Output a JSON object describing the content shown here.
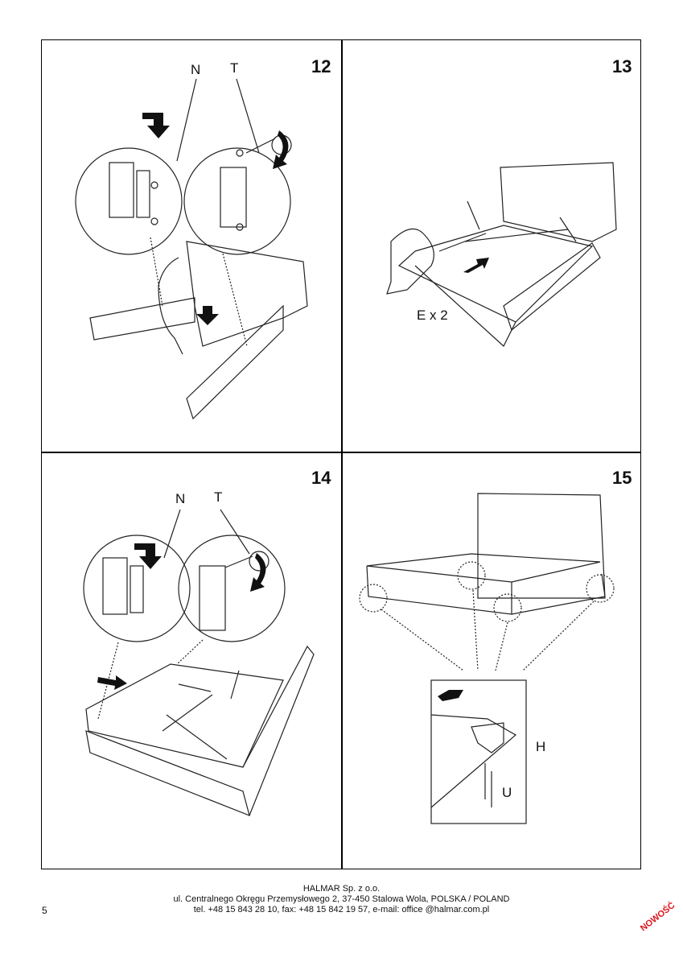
{
  "panels": [
    {
      "step": "12",
      "labels": {
        "a": "N",
        "b": "T"
      }
    },
    {
      "step": "13",
      "labels": {
        "a": "E x 2"
      }
    },
    {
      "step": "14",
      "labels": {
        "a": "N",
        "b": "T"
      }
    },
    {
      "step": "15",
      "labels": {
        "a": "H",
        "b": "U"
      }
    }
  ],
  "footer": {
    "company": "HALMAR Sp. z o.o.",
    "address": "ul. Centralnego Okręgu Przemysłowego 2, 37-450 Stalowa Wola, POLSKA / POLAND",
    "contact": "tel. +48 15 843 28 10, fax: +48 15 842 19 57, e-mail: office @halmar.com.pl"
  },
  "page_number": "5",
  "badge": "NOWOŚĆ"
}
